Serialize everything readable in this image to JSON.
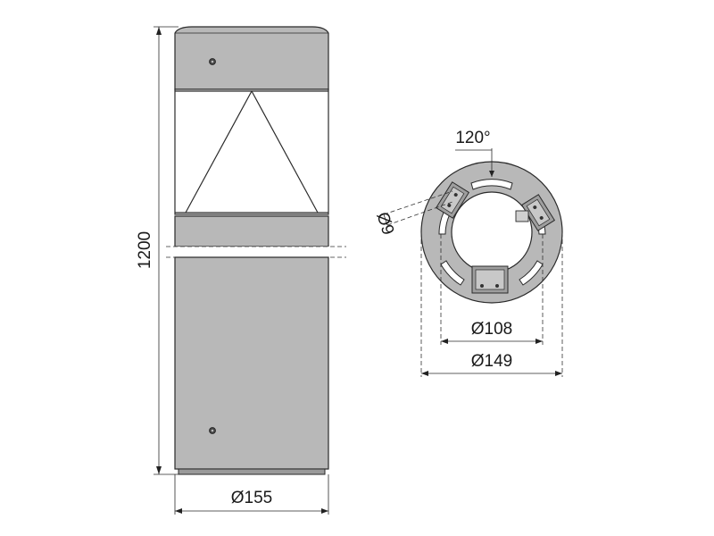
{
  "side_view": {
    "height_label": "1200",
    "diameter_label": "Ø155"
  },
  "top_view": {
    "angle_label": "120°",
    "hole_label": "Ø9",
    "inner_diameter_label": "Ø108",
    "outer_diameter_label": "Ø149"
  },
  "colors": {
    "body": "#b8b8b8",
    "line": "#2a2a2a",
    "background": "#ffffff"
  }
}
